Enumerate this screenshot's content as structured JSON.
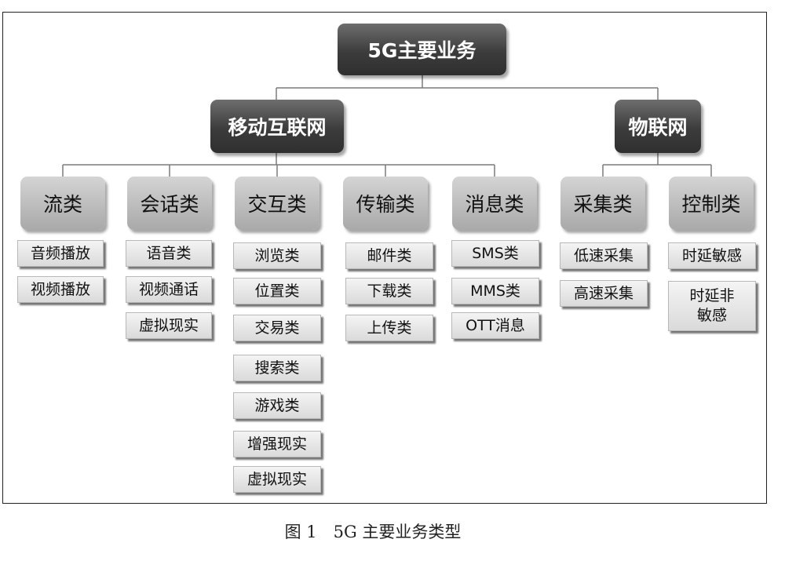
{
  "root": "5G主要业务",
  "branches": [
    "移动互联网",
    "物联网"
  ],
  "categories": [
    {
      "name": "流类",
      "items": [
        "音频播放",
        "视频播放"
      ]
    },
    {
      "name": "会话类",
      "items": [
        "语音类",
        "视频通话",
        "虚拟现实"
      ]
    },
    {
      "name": "交互类",
      "items": [
        "浏览类",
        "位置类",
        "交易类",
        "搜索类",
        "游戏类",
        "增强现实",
        "虚拟现实"
      ]
    },
    {
      "name": "传输类",
      "items": [
        "邮件类",
        "下载类",
        "上传类"
      ]
    },
    {
      "name": "消息类",
      "items": [
        "SMS类",
        "MMS类",
        "OTT消息"
      ]
    },
    {
      "name": "采集类",
      "items": [
        "低速采集",
        "高速采集"
      ]
    },
    {
      "name": "控制类",
      "items": [
        "时延敏感",
        "时延非敏感"
      ]
    }
  ],
  "caption": "图 1　5G 主要业务类型"
}
